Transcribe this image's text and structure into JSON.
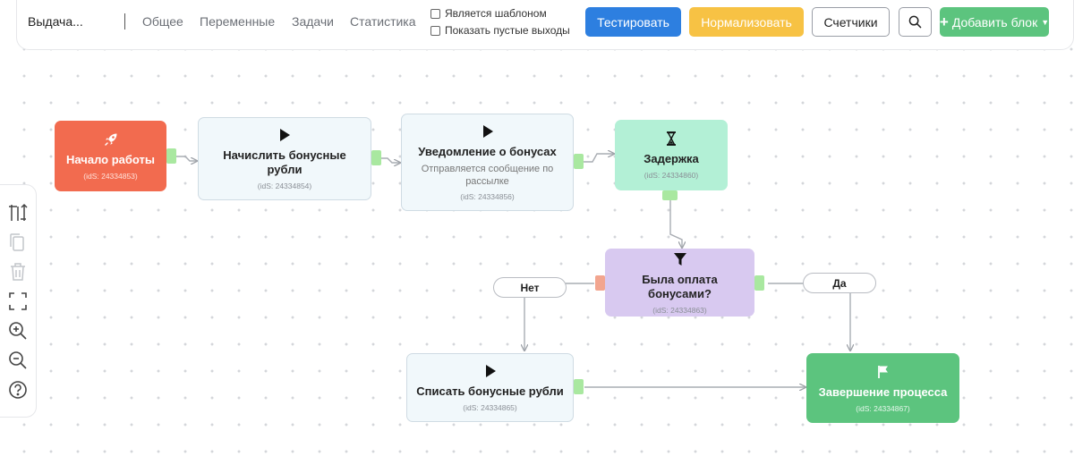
{
  "header": {
    "process_title": "Выдача...",
    "tabs": [
      "Общее",
      "Переменные",
      "Задачи",
      "Статистика"
    ],
    "checkboxes": [
      {
        "label": "Является шаблоном",
        "checked": false
      },
      {
        "label": "Показать пустые выходы",
        "checked": false
      }
    ],
    "buttons": {
      "test": "Тестировать",
      "normalize": "Нормализовать",
      "counters": "Счетчики",
      "add_block": "Добавить блок"
    }
  },
  "tools": [
    {
      "name": "vertical-layout-icon",
      "enabled": true
    },
    {
      "name": "copy-icon",
      "enabled": false
    },
    {
      "name": "trash-icon",
      "enabled": false
    },
    {
      "name": "fit-view-icon",
      "enabled": true
    },
    {
      "name": "zoom-in-icon",
      "enabled": true
    },
    {
      "name": "zoom-out-icon",
      "enabled": true
    },
    {
      "name": "help-icon",
      "enabled": true
    }
  ],
  "nodes": {
    "start": {
      "title": "Начало работы",
      "id": "(idS: 24334853)",
      "icon": "rocket-icon"
    },
    "accrue": {
      "title": "Начислить бонусные рубли",
      "id": "(idS: 24334854)",
      "icon": "play-icon"
    },
    "notify": {
      "title": "Уведомление о бонусах",
      "desc": "Отправляется сообщение по рассылке",
      "id": "(idS: 24334856)",
      "icon": "play-icon"
    },
    "delay": {
      "title": "Задержка",
      "id": "(idS: 24334860)",
      "icon": "hourglass-icon"
    },
    "condition": {
      "title": "Была оплата бонусами?",
      "id": "(idS: 24334863)",
      "icon": "filter-icon"
    },
    "writeoff": {
      "title": "Списать бонусные рубли",
      "id": "(idS: 24334865)",
      "icon": "play-icon"
    },
    "finish": {
      "title": "Завершение процесса",
      "id": "(idS: 24334867)",
      "icon": "flag-icon"
    }
  },
  "branches": {
    "no": "Нет",
    "yes": "Да"
  },
  "colors": {
    "start": "#f26b4f",
    "action": "#f1f8fb",
    "delay": "#b3f0d6",
    "condition": "#d8c9f0",
    "finish": "#5cc47e",
    "port_ok": "#a9e8a0",
    "port_no": "#f2a58f",
    "btn_test": "#2d7fe0",
    "btn_normalize": "#f7c244",
    "btn_add": "#5cc47e"
  }
}
